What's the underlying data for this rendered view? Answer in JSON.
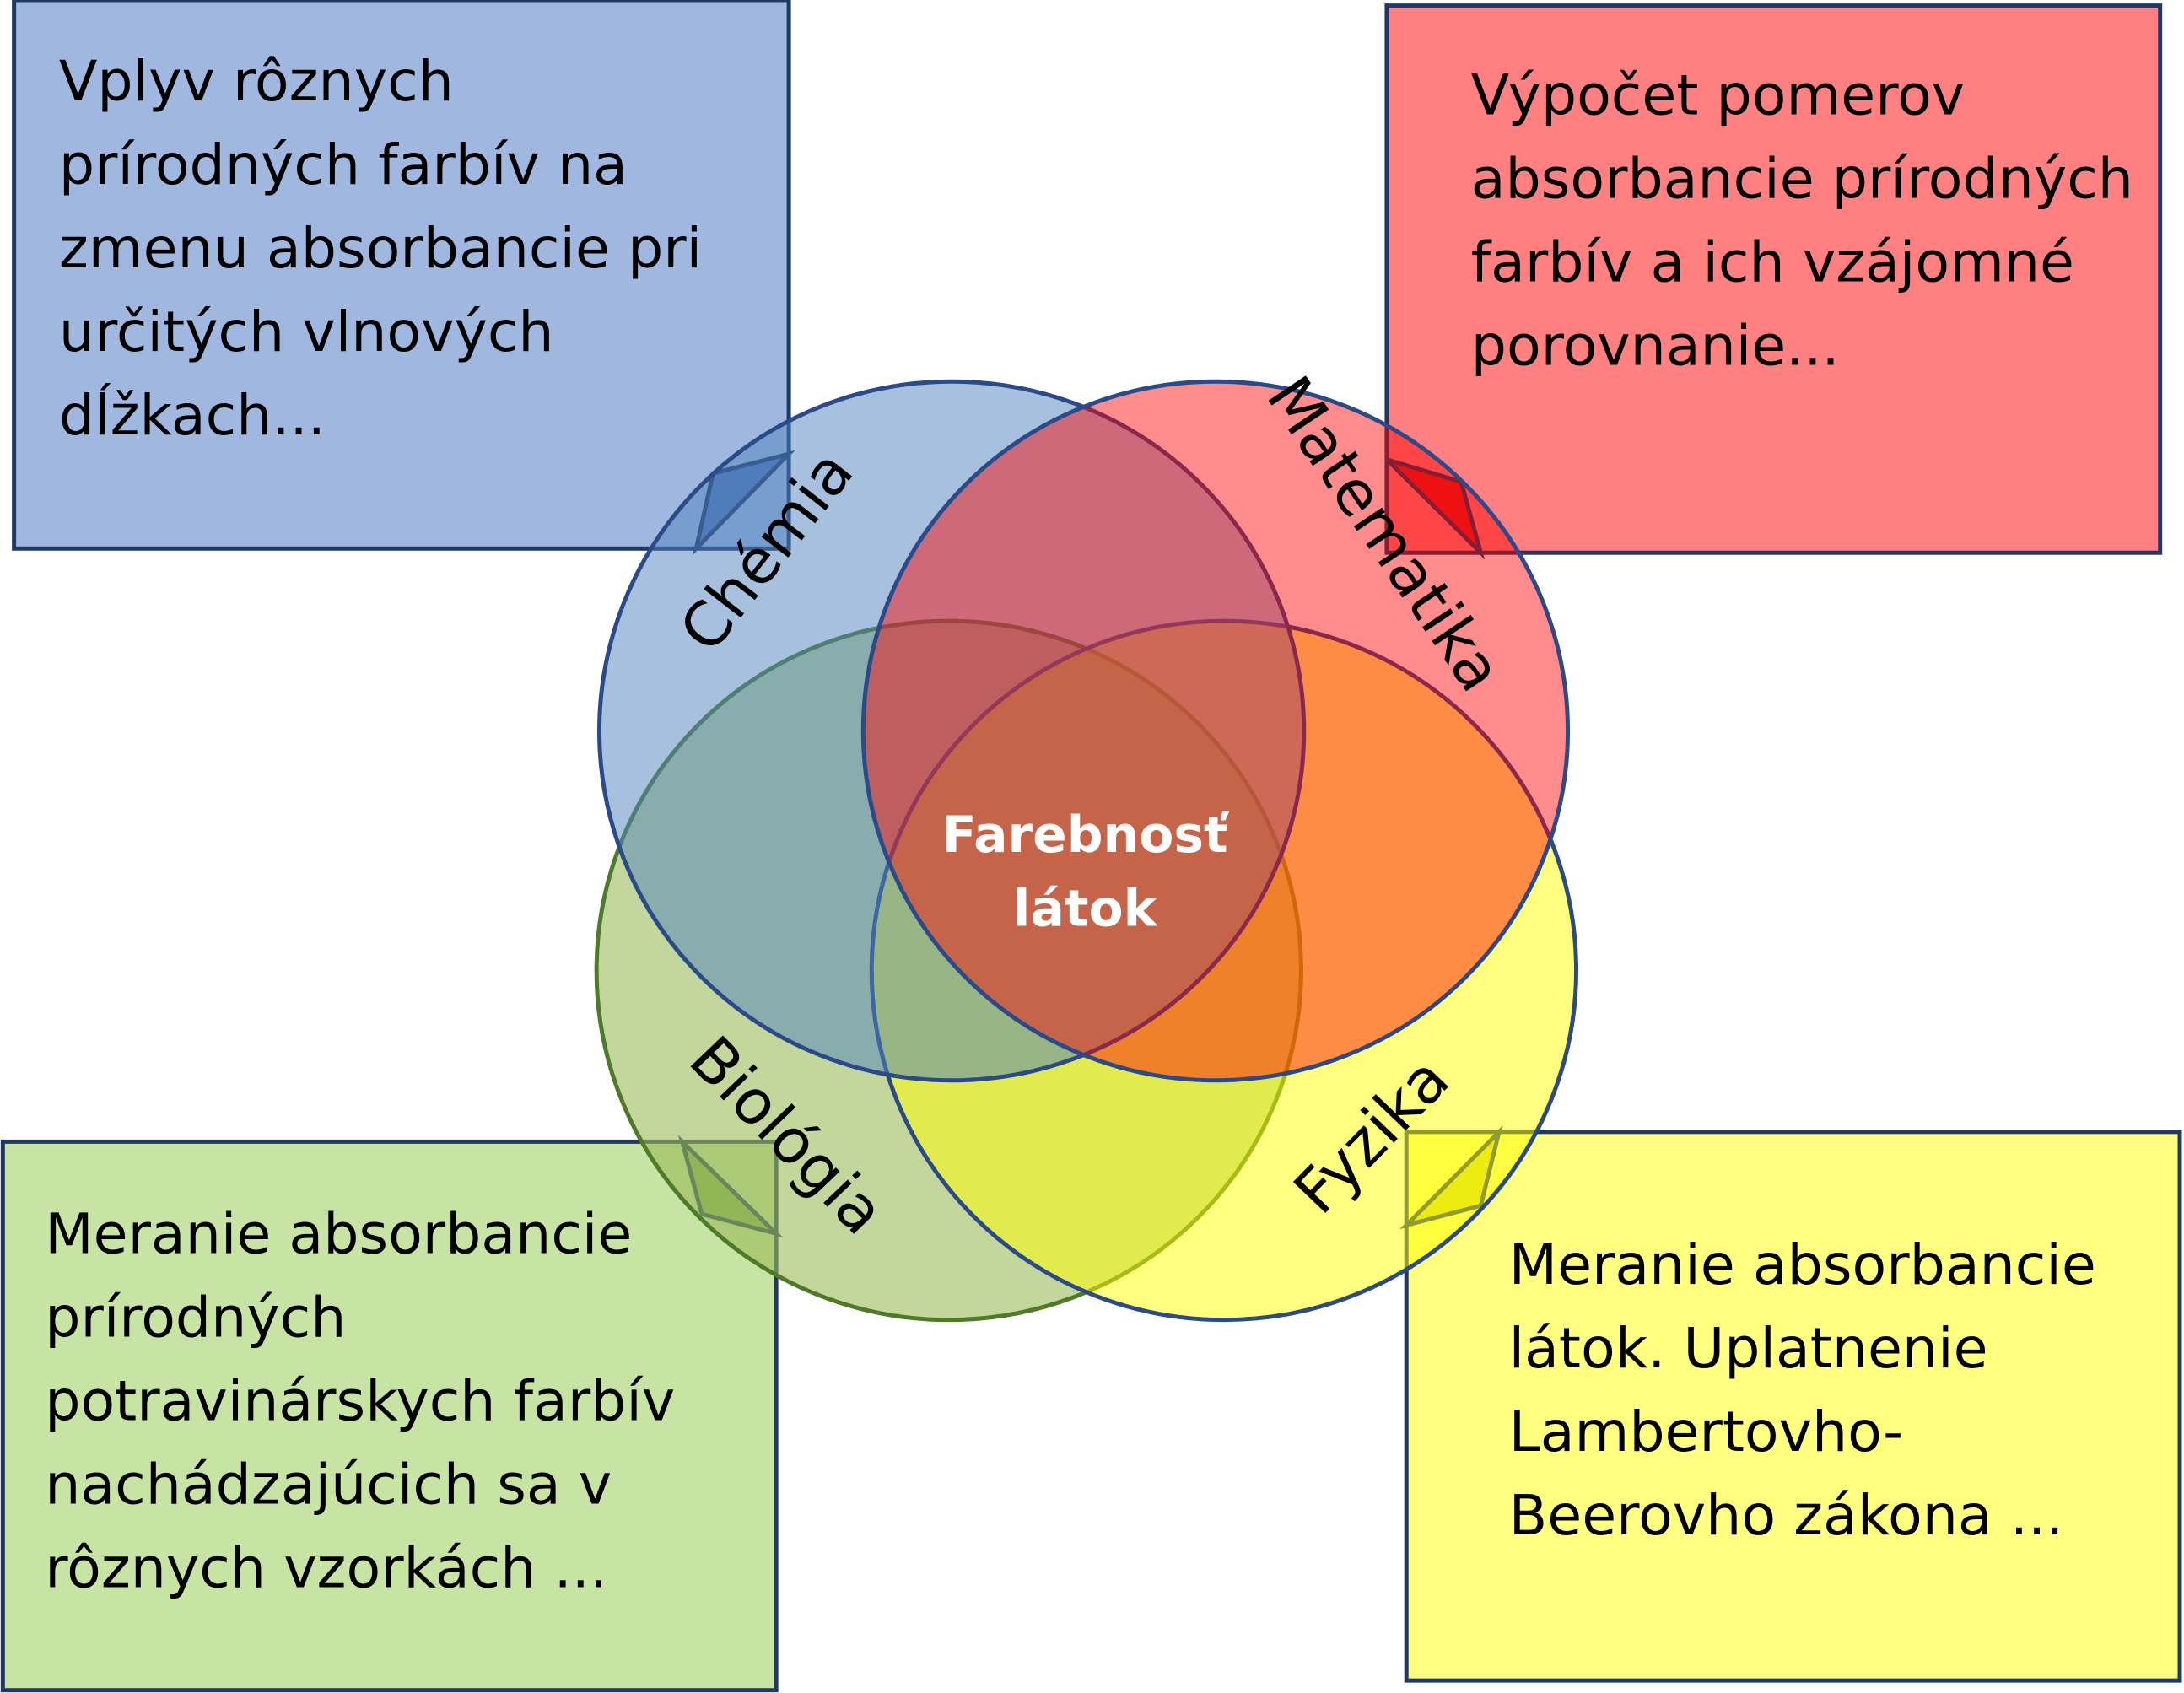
{
  "colors": {
    "chemistry": "#4f81bd",
    "mathematics": "#ff2020",
    "biology": "#8fbb4f",
    "physics": "#ffff30",
    "outline": "#2a4a8a"
  },
  "center_label": [
    "Farebnosť",
    "látok"
  ],
  "circles": {
    "chemistry": "Chémia",
    "mathematics": "Matematika",
    "biology": "Biológia",
    "physics": "Fyzika"
  },
  "notes": {
    "chemistry": [
      "Vplyv rôznych",
      "prírodných farbív na",
      "zmenu absorbancie pri",
      "určitých vlnových",
      "dĺžkach..."
    ],
    "mathematics": [
      "Výpočet pomerov",
      "absorbancie prírodných",
      "farbív a ich vzájomné",
      "porovnanie..."
    ],
    "biology": [
      "Meranie absorbancie",
      "prírodných",
      "potravinárskych farbív",
      "nachádzajúcich sa v",
      "rôznych vzorkách ..."
    ],
    "physics": [
      "Meranie absorbancie",
      "látok. Uplatnenie",
      "Lambertovho-",
      "Beerovho zákona ..."
    ]
  }
}
